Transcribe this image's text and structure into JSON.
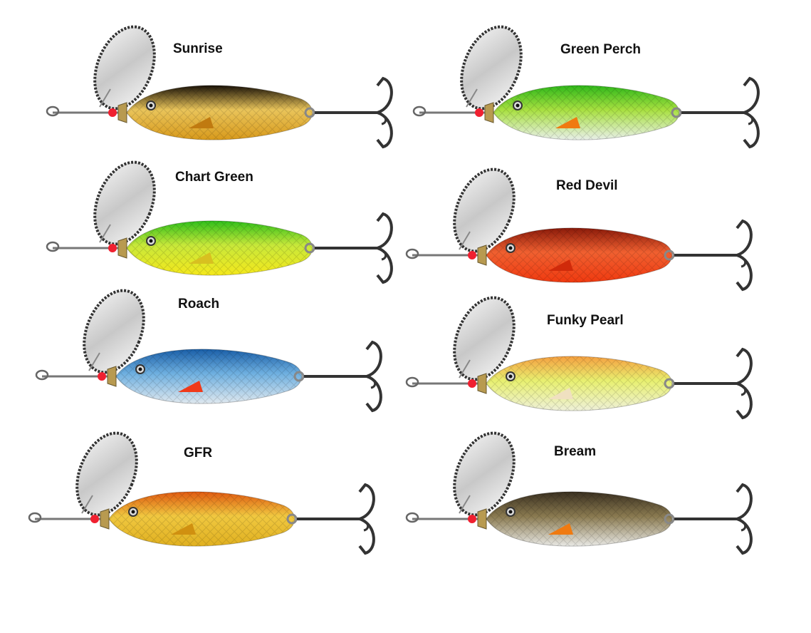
{
  "lures": [
    {
      "name": "Sunrise",
      "top": "#1a1208",
      "bottom": "#d89a1c",
      "accent": "#e9c45a",
      "fin": "#c07a10"
    },
    {
      "name": "Chart Green",
      "top": "#2fbf1a",
      "bottom": "#f4e81c",
      "accent": "#c8e83a",
      "fin": "#d8c020"
    },
    {
      "name": "Roach",
      "top": "#1a5fa8",
      "bottom": "#dfe8ef",
      "accent": "#6fb0e0",
      "fin": "#f03a1a"
    },
    {
      "name": "GFR",
      "top": "#e05a10",
      "bottom": "#e0b020",
      "accent": "#f0c840",
      "fin": "#d09010"
    },
    {
      "name": "Green Perch",
      "top": "#2fb81a",
      "bottom": "#e8efe8",
      "accent": "#a8e040",
      "fin": "#f07a10"
    },
    {
      "name": "Red Devil",
      "top": "#8a1a0a",
      "bottom": "#f03a10",
      "accent": "#f06030",
      "fin": "#d02a0a"
    },
    {
      "name": "Funky Pearl",
      "top": "#f5a040",
      "bottom": "#eef0d8",
      "accent": "#e8f070",
      "fin": "#f0e0c0"
    },
    {
      "name": "Bream",
      "top": "#3a3020",
      "bottom": "#e8e8e4",
      "accent": "#8a7a50",
      "fin": "#f07a10"
    }
  ]
}
